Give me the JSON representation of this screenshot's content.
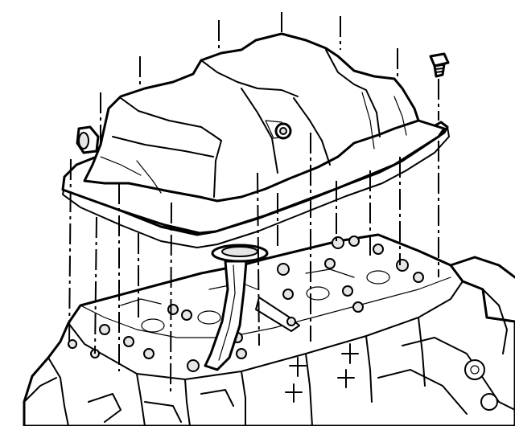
{
  "figure": {
    "kind": "exploded technical line drawing",
    "parts": [
      {
        "id": "oil-pan",
        "icon": "oil-pan-icon"
      },
      {
        "id": "oil-pan-gasket",
        "icon": "gasket-icon"
      },
      {
        "id": "oil-pan-bolt",
        "icon": "bolt-icon"
      },
      {
        "id": "oil-pump-pickup-tube",
        "icon": "pickup-tube-icon"
      },
      {
        "id": "engine-block",
        "icon": "engine-block-icon"
      },
      {
        "id": "drain-plug",
        "icon": "drain-plug-icon"
      }
    ],
    "alignment_lines": 14,
    "colors": {
      "ink": "#000000",
      "background": "#ffffff"
    }
  }
}
